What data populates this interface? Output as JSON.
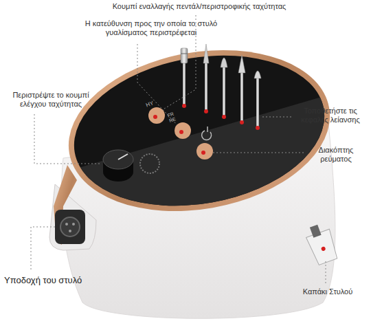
{
  "diagram": {
    "labels": [
      "Κουμπί εναλλαγής πεντάλ/περιστροφικής ταχύτητας",
      "Η κατεύθυνση προς την οποία το στυλό γυαλίσματος περιστρέφεται",
      "Περιστρέψτε το κουμπί ελέγχου ταχύτητας",
      "Τοποθετήστε τις κεφαλές λείανσης",
      "Διακόπτης ρεύματος",
      "Υποδοχή του στυλό",
      "Καπάκι Στυλού",
      "HY",
      "FR RE"
    ]
  }
}
